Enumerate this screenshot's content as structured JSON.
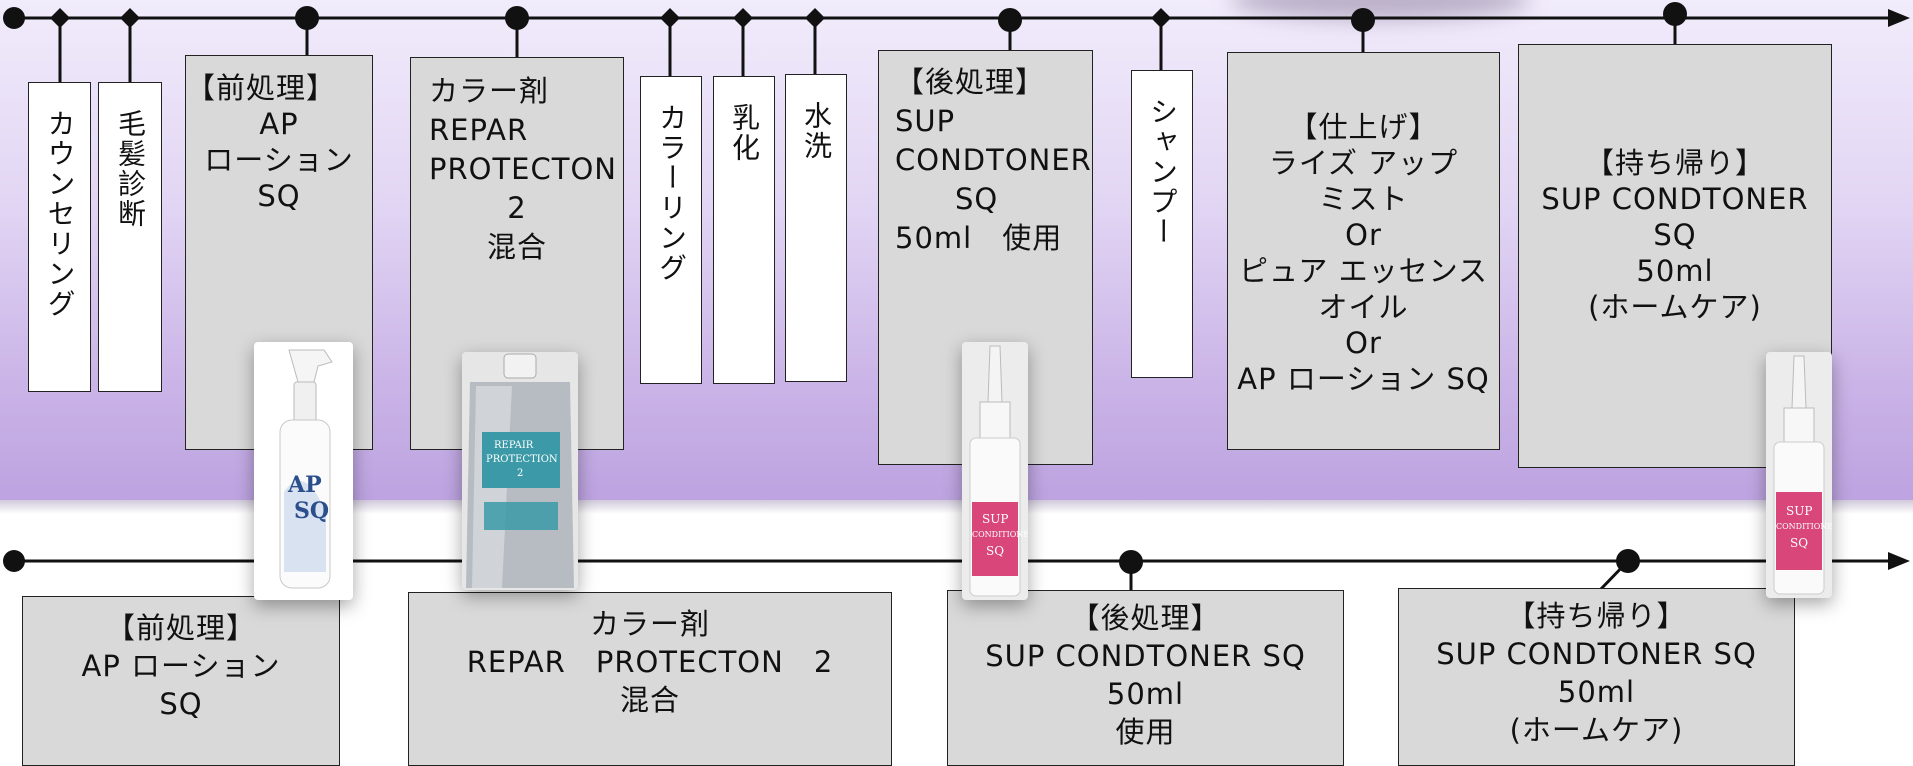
{
  "colors": {
    "band_top": "#f1ecfb",
    "band_bottom": "#bda3e0",
    "box_fill": "#d9d9d9",
    "line": "#111111",
    "label_teal": "#3c9aa8",
    "label_pink": "#d9467a"
  },
  "top": {
    "vertical_steps": [
      {
        "id": "counseling",
        "label": "カウンセリング"
      },
      {
        "id": "diagnosis",
        "label": "毛髪診断"
      },
      {
        "id": "coloring",
        "label": "カラーリング"
      },
      {
        "id": "emulsify",
        "label": "乳化"
      },
      {
        "id": "rinse",
        "label": "水洗"
      },
      {
        "id": "shampoo",
        "label": "シャンプー"
      }
    ],
    "boxes": {
      "pretreat": [
        "【前処理】",
        "",
        "AP",
        "ローション",
        "SQ"
      ],
      "color": [
        "カラー剤",
        "REPAR",
        "PROTECTON",
        "2",
        "混合"
      ],
      "aftertreat": [
        "【後処理】",
        "SUP",
        "CONDTONER",
        "SQ",
        "50ml　使用"
      ],
      "finish": [
        "【仕上げ】",
        "ライズ アップ",
        "ミスト",
        "Or",
        "ピュア エッセンス",
        "オイル",
        "Or",
        "AP ローション SQ"
      ],
      "takehome": [
        "【持ち帰り】",
        "SUP CONDTONER",
        "SQ",
        "50ml",
        "(ホームケア)"
      ]
    }
  },
  "bottom": {
    "boxes": {
      "pretreat": [
        "【前処理】",
        "AP ローション",
        "SQ"
      ],
      "color": [
        "カラー剤",
        "REPAR　PROTECTON　2",
        "混合"
      ],
      "aftertreat": [
        "【後処理】",
        "SUP CONDTONER SQ",
        "50ml",
        "使用"
      ],
      "takehome": [
        "【持ち帰り】",
        "SUP CONDTONER SQ",
        "50ml",
        "(ホームケア)"
      ]
    }
  },
  "products": {
    "ap_lotion": [
      "AP",
      "SQ"
    ],
    "pouch": [
      "REPAIR",
      "PROTECTION",
      "2"
    ],
    "sup1": [
      "SUP",
      "CONDITIONER",
      "SQ"
    ],
    "sup2": [
      "SUP",
      "CONDITIONER",
      "SQ"
    ]
  }
}
